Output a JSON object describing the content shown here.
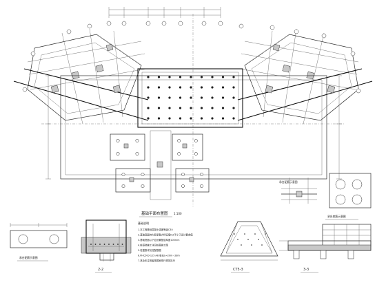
{
  "plan": {
    "title": "基础平面布置图",
    "scale": "1:100"
  },
  "notes": {
    "title": "基础说明",
    "lines": [
      "1.本工程基础混凝土强度等级C30",
      "2.基础底面持力层承载力特征值fak不小于设计要求值",
      "3.基础底面以下应设置垫层厚度100mm",
      "4.桩基础施工详见桩基施工图",
      "5.柱插筋详见柱配筋图",
      "6.PHC500-125-AB 桩长L=20m~28m",
      "7.其余未注明者按国家现行规范执行"
    ]
  },
  "details": {
    "left_title": "承台配筋示意图",
    "section_2": "2-2",
    "section_ct": "CT5-3",
    "section_3": "3-3",
    "right_top_title": "承台配筋示意图",
    "right_mid_title": "承台底筋示意图"
  }
}
